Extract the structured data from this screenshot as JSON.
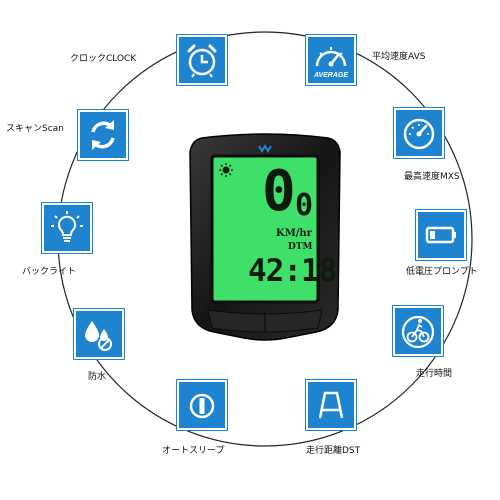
{
  "features": {
    "clock": {
      "label": "クロックCLOCK",
      "icon": "alarm-clock-icon"
    },
    "average": {
      "label": "平均速度AVS",
      "icon": "average-speedometer-icon",
      "badge": "AVERAGE"
    },
    "scan": {
      "label": "スキャンScan",
      "icon": "refresh-cycle-icon"
    },
    "max_speed": {
      "label": "最高速度MXS",
      "icon": "speedometer-icon"
    },
    "backlight": {
      "label": "バックライト",
      "icon": "lightbulb-icon"
    },
    "low_battery": {
      "label": "低電圧プロンプト",
      "icon": "low-battery-icon"
    },
    "waterproof": {
      "label": "防水",
      "icon": "water-drops-icon"
    },
    "riding_time": {
      "label": "走行時間",
      "icon": "cyclist-icon"
    },
    "sleep": {
      "label": "オートスリープ",
      "icon": "power-icon"
    },
    "distance": {
      "label": "走行距離DST",
      "icon": "road-icon"
    }
  },
  "device": {
    "speed": "0",
    "speed_decimal": "0",
    "unit": "KM/hr",
    "mode": "DTM",
    "time": "42:18",
    "colors": {
      "lcd": "#3ee06a",
      "body": "#1b1b1b",
      "accent": "#1f84cf"
    }
  }
}
